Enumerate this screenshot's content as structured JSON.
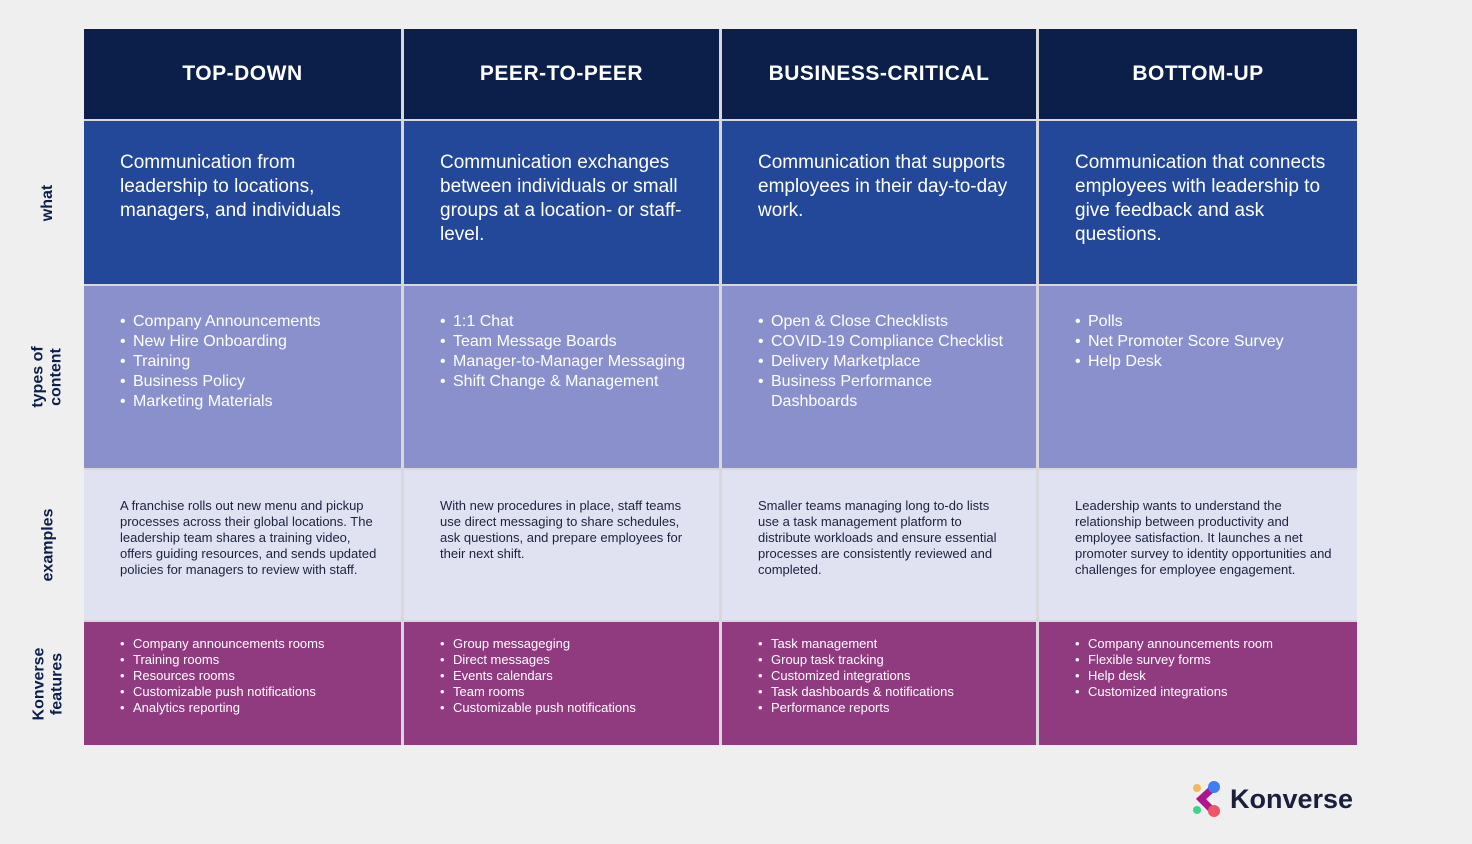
{
  "row_labels": [
    "what",
    "types of\ncontent",
    "examples",
    "Konverse\nfeatures"
  ],
  "columns": [
    {
      "title": "TOP-DOWN",
      "what": "Communication from leadership to locations, managers, and individuals",
      "types": [
        "Company Announcements",
        "New Hire Onboarding",
        "Training",
        "Business Policy",
        "Marketing Materials"
      ],
      "example": "A franchise rolls out new menu and pickup processes across their global locations. The leadership team shares a training video, offers guiding resources, and sends updated policies for managers to review with staff.",
      "features": [
        "Company announcements rooms",
        "Training rooms",
        "Resources rooms",
        "Customizable push notifications",
        "Analytics reporting"
      ]
    },
    {
      "title": "PEER-TO-PEER",
      "what": "Communication exchanges between individuals or small groups at a location- or staff-level.",
      "types": [
        "1:1 Chat",
        "Team Message Boards",
        "Manager-to-Manager Messaging",
        "Shift Change & Management"
      ],
      "example": "With new procedures in place, staff teams use direct messaging to share schedules, ask questions, and prepare employees for their next shift.",
      "features": [
        "Group messageging",
        "Direct messages",
        "Events calendars",
        "Team rooms",
        "Customizable push notifications"
      ]
    },
    {
      "title": "BUSINESS-CRITICAL",
      "what": "Communication that supports employees in their day-to-day work.",
      "types": [
        "Open  & Close Checklists",
        "COVID-19 Compliance Checklist",
        "Delivery Marketplace",
        "Business Performance Dashboards"
      ],
      "example": "Smaller teams managing long to-do lists use a task management platform to distribute workloads and ensure essential processes are consistently reviewed and completed.",
      "features": [
        "Task management",
        "Group task tracking",
        "Customized integrations",
        "Task dashboards & notifications",
        "Performance reports"
      ]
    },
    {
      "title": "BOTTOM-UP",
      "what": "Communication that connects employees with leadership to give feedback and ask questions.",
      "types": [
        "Polls",
        "Net Promoter Score Survey",
        "Help Desk"
      ],
      "example": "Leadership wants to understand the relationship between productivity and employee satisfaction. It launches a net promoter survey to identity opportunities and challenges for employee engagement.",
      "features": [
        "Company announcements room",
        "Flexible survey forms",
        "Help desk",
        "Customized integrations"
      ]
    }
  ],
  "logo": "Konverse"
}
